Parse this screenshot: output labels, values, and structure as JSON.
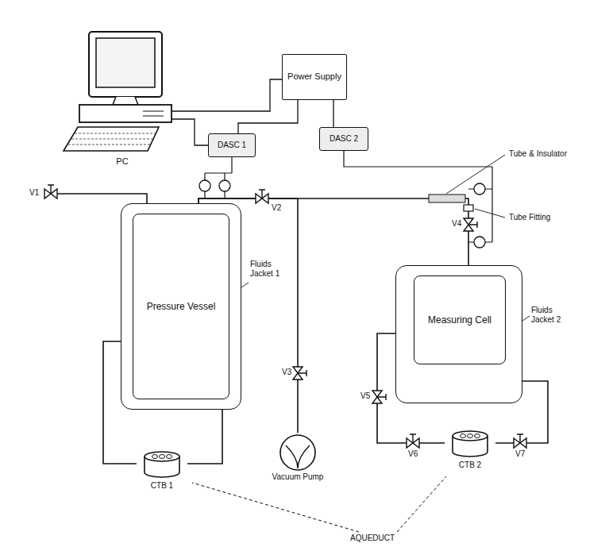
{
  "diagram": {
    "nodes": [
      {
        "text": [
          "PC"
        ]
      },
      {
        "text": [
          "Power Supply"
        ]
      },
      {
        "text": [
          "DASC 1"
        ]
      },
      {
        "text": [
          "DASC 2"
        ]
      },
      {
        "text": [
          "Fluids Jacket 1"
        ]
      },
      {
        "text": [
          "Pressure Vessel"
        ],
        "in": 4
      },
      {
        "text": [
          "Fluids Jacket 2"
        ]
      },
      {
        "text": [
          "Measuring Cell"
        ],
        "in": 6
      },
      {
        "text": [
          "Vacuum Pump"
        ]
      },
      {
        "text": [
          "CTB 1"
        ]
      },
      {
        "text": [
          "CTB 2"
        ]
      }
    ],
    "edges": [
      {
        "from": 0,
        "to": 1,
        "arrow": "none"
      },
      {
        "from": 0,
        "to": 2,
        "arrow": "none"
      },
      {
        "from": 1,
        "to": 2,
        "arrow": "none"
      },
      {
        "from": 1,
        "to": 3,
        "arrow": "none"
      },
      {
        "from": 5,
        "to": 7,
        "arrow": "none"
      },
      {
        "from": 5,
        "to": 8,
        "arrow": "none"
      },
      {
        "from": 9,
        "to": 4,
        "arrow": "none"
      },
      {
        "from": 9,
        "to": 4,
        "arrow": "none"
      },
      {
        "from": 10,
        "to": 6,
        "arrow": "none"
      },
      {
        "from": 10,
        "to": 6,
        "arrow": "none"
      }
    ],
    "labels": [
      "V1",
      "V2",
      "V3",
      "V4",
      "Tube & Insulator",
      "Tube Fitting",
      "V5",
      "V6",
      "V7",
      "AQUEDUCT"
    ]
  }
}
